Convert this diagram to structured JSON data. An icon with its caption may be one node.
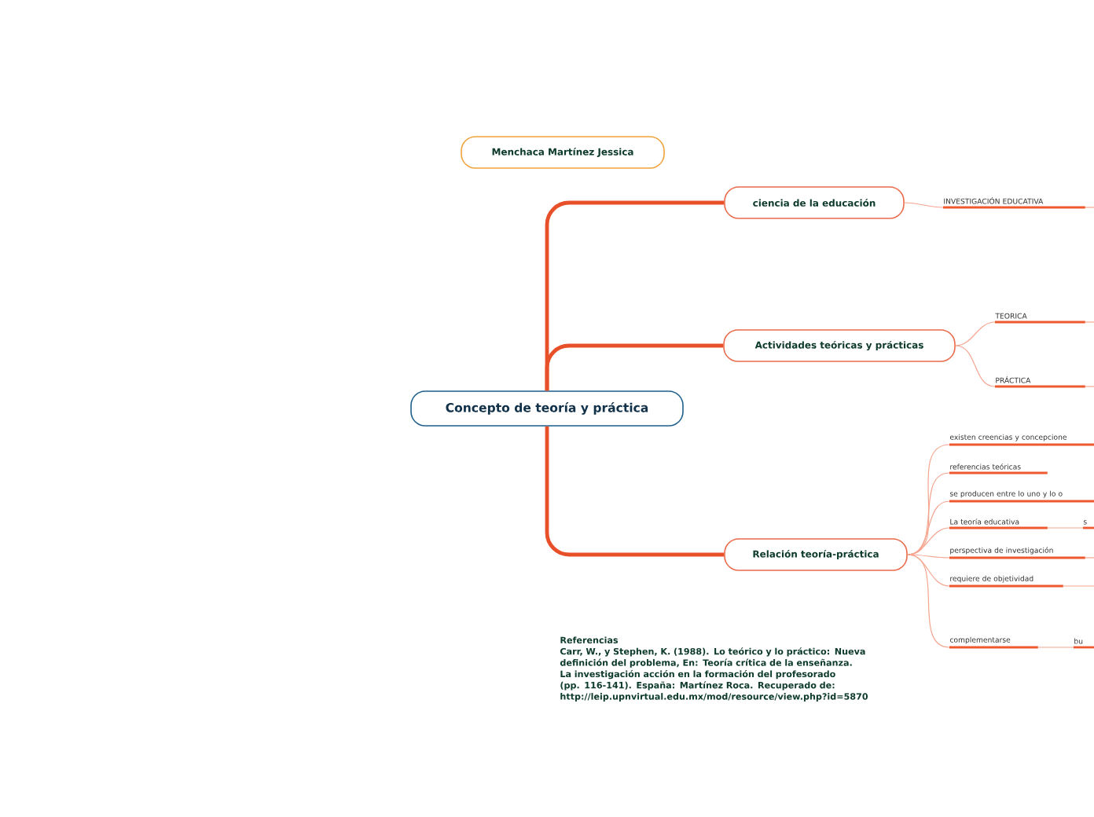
{
  "diagram": {
    "nodes": [
      {
        "text": [
          "Concepto de teoría y práctica"
        ]
      },
      {
        "text": [
          "Menchaca Martínez Jessica"
        ]
      },
      {
        "text": [
          "ciencia de la educación"
        ]
      },
      {
        "text": [
          "INVESTIGACIÓN EDUCATIVA"
        ]
      },
      {
        "text": [
          "Actividades teóricas y prácticas"
        ]
      },
      {
        "text": [
          "TEORICA"
        ]
      },
      {
        "text": [
          "PRÁCTICA"
        ]
      },
      {
        "text": [
          "Relación teoría-práctica"
        ]
      },
      {
        "text": [
          "existen creencias y concepcione"
        ]
      },
      {
        "text": [
          "referencias teóricas"
        ]
      },
      {
        "text": [
          "se producen entre lo uno y lo o"
        ]
      },
      {
        "text": [
          "La teoría educativa"
        ]
      },
      {
        "text": [
          "s"
        ]
      },
      {
        "text": [
          "perspectiva de investigación"
        ]
      },
      {
        "text": [
          "requiere de objetividad"
        ]
      },
      {
        "text": [
          "complementarse"
        ]
      },
      {
        "text": [
          "bu"
        ]
      }
    ],
    "edges": [
      {
        "from": 0,
        "to": 2,
        "arrow": "none",
        "style": "thick",
        "color": "#e8502a"
      },
      {
        "from": 0,
        "to": 4,
        "arrow": "none",
        "style": "thick",
        "color": "#e8502a"
      },
      {
        "from": 0,
        "to": 7,
        "arrow": "none",
        "style": "thick",
        "color": "#e8502a"
      },
      {
        "from": 2,
        "to": 3,
        "arrow": "none"
      },
      {
        "from": 3,
        "to": null,
        "arrow": "none"
      },
      {
        "from": 4,
        "to": 5,
        "arrow": "none"
      },
      {
        "from": 4,
        "to": 6,
        "arrow": "none"
      },
      {
        "from": 5,
        "to": null,
        "arrow": "none"
      },
      {
        "from": 6,
        "to": null,
        "arrow": "none"
      },
      {
        "from": 7,
        "to": 8,
        "arrow": "none"
      },
      {
        "from": 7,
        "to": 9,
        "arrow": "none"
      },
      {
        "from": 7,
        "to": 10,
        "arrow": "none"
      },
      {
        "from": 7,
        "to": 11,
        "arrow": "none"
      },
      {
        "from": 7,
        "to": 13,
        "arrow": "none"
      },
      {
        "from": 7,
        "to": 14,
        "arrow": "none"
      },
      {
        "from": 7,
        "to": 15,
        "arrow": "none"
      },
      {
        "from": 11,
        "to": 12,
        "arrow": "none"
      },
      {
        "from": 15,
        "to": 16,
        "arrow": "none"
      },
      {
        "from": 13,
        "to": null,
        "arrow": "none"
      },
      {
        "from": 14,
        "to": null,
        "arrow": "none"
      }
    ],
    "labels": [
      "Referencias",
      "Carr, W., y Stephen, K. (1988). Lo teórico y lo práctico: Nueva definición del problema, En: Teoría crítica de la enseñanza. La investigación acción en la formación del profesorado (pp. 116-141). España: Martínez Roca. Recuperado de: http://leip.upnvirtual.edu.mx/mod/resource/view.php?id=5870"
    ]
  }
}
